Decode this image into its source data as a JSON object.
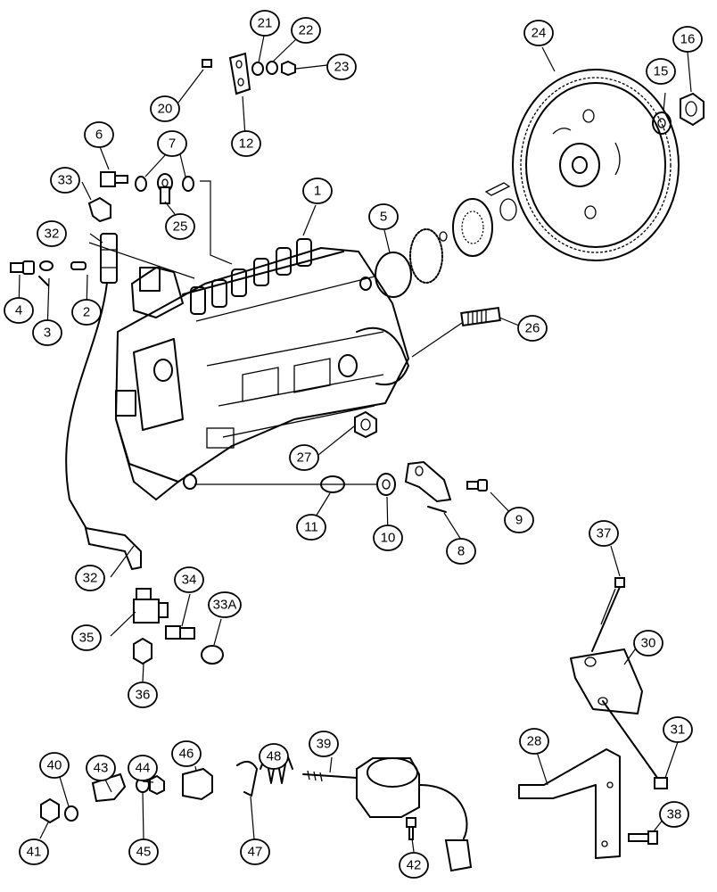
{
  "callouts": [
    {
      "id": "c1",
      "label": "1"
    },
    {
      "id": "c2",
      "label": "2"
    },
    {
      "id": "c3",
      "label": "3"
    },
    {
      "id": "c4",
      "label": "4"
    },
    {
      "id": "c5",
      "label": "5"
    },
    {
      "id": "c6",
      "label": "6"
    },
    {
      "id": "c7",
      "label": "7"
    },
    {
      "id": "c8",
      "label": "8"
    },
    {
      "id": "c9",
      "label": "9"
    },
    {
      "id": "c10",
      "label": "10"
    },
    {
      "id": "c11",
      "label": "11"
    },
    {
      "id": "c12",
      "label": "12"
    },
    {
      "id": "c15",
      "label": "15"
    },
    {
      "id": "c16",
      "label": "16"
    },
    {
      "id": "c20",
      "label": "20"
    },
    {
      "id": "c21",
      "label": "21"
    },
    {
      "id": "c22",
      "label": "22"
    },
    {
      "id": "c23",
      "label": "23"
    },
    {
      "id": "c24",
      "label": "24"
    },
    {
      "id": "c25",
      "label": "25"
    },
    {
      "id": "c26",
      "label": "26"
    },
    {
      "id": "c27",
      "label": "27"
    },
    {
      "id": "c28",
      "label": "28"
    },
    {
      "id": "c30",
      "label": "30"
    },
    {
      "id": "c31",
      "label": "31"
    },
    {
      "id": "c32a",
      "label": "32"
    },
    {
      "id": "c32b",
      "label": "32"
    },
    {
      "id": "c33",
      "label": "33"
    },
    {
      "id": "c33a",
      "label": "33A"
    },
    {
      "id": "c34",
      "label": "34"
    },
    {
      "id": "c35",
      "label": "35"
    },
    {
      "id": "c36",
      "label": "36"
    },
    {
      "id": "c37",
      "label": "37"
    },
    {
      "id": "c38",
      "label": "38"
    },
    {
      "id": "c39",
      "label": "39"
    },
    {
      "id": "c40",
      "label": "40"
    },
    {
      "id": "c41",
      "label": "41"
    },
    {
      "id": "c42",
      "label": "42"
    },
    {
      "id": "c43",
      "label": "43"
    },
    {
      "id": "c44",
      "label": "44"
    },
    {
      "id": "c45",
      "label": "45"
    },
    {
      "id": "c46",
      "label": "46"
    },
    {
      "id": "c47",
      "label": "47"
    },
    {
      "id": "c48",
      "label": "48"
    }
  ]
}
